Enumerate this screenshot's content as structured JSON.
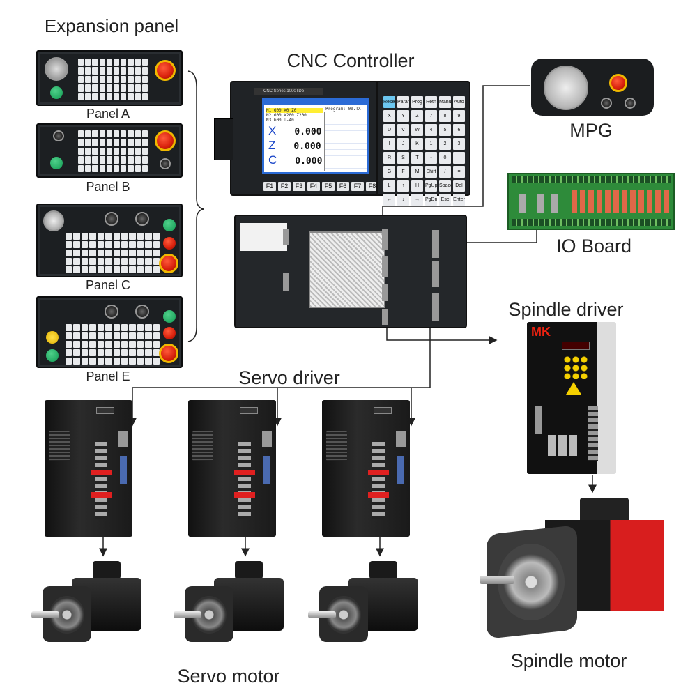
{
  "labels": {
    "expansion_panel": "Expansion panel",
    "cnc_controller": "CNC Controller",
    "mpg": "MPG",
    "io_board": "IO Board",
    "spindle_driver": "Spindle driver",
    "servo_driver": "Servo driver",
    "servo_motor": "Servo motor",
    "spindle_motor": "Spindle motor"
  },
  "panels": [
    {
      "label": "Panel A"
    },
    {
      "label": "Panel B"
    },
    {
      "label": "Panel C"
    },
    {
      "label": "Panel E"
    }
  ],
  "controller": {
    "header": "CNC Series 1000TDb",
    "program": "Program: 00.TXT",
    "lines": [
      "N1 G00 X0 Z0",
      "N2 G00 X200 Z200",
      "N3 G00 U-40"
    ],
    "axes": [
      {
        "name": "X",
        "value": "0.000"
      },
      {
        "name": "Z",
        "value": "0.000"
      },
      {
        "name": "C",
        "value": "0.000"
      }
    ],
    "fkeys": [
      "F1",
      "F2",
      "F3",
      "F4",
      "F5",
      "F6",
      "F7",
      "F8"
    ],
    "keypad": [
      "Reset",
      "Param",
      "Prog",
      "Retn",
      "Manual",
      "Auto",
      "X",
      "Y",
      "Z",
      "7",
      "8",
      "9",
      "U",
      "V",
      "W",
      "4",
      "5",
      "6",
      "I",
      "J",
      "K",
      "1",
      "2",
      "3",
      "R",
      "S",
      "T",
      "-",
      "0",
      ".",
      "G",
      "F",
      "M",
      "Shift",
      "/",
      "=",
      "L",
      "↑",
      "H",
      "PgUp",
      "Space",
      "Del",
      "←",
      "↓",
      "→",
      "PgDn",
      "Esc",
      "Enter"
    ]
  },
  "colors": {
    "arrow": "#222222",
    "estop": "#d8200c",
    "green_button": "#1db864",
    "screen_border": "#2b6bd6",
    "spindle_motor_red": "#d81e1e"
  }
}
